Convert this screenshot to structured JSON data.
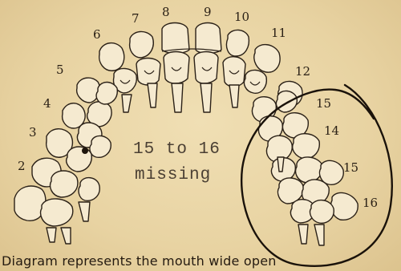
{
  "labels": {
    "t2": "2",
    "t3": "3",
    "t4": "4",
    "t5": "5",
    "t6": "6",
    "t7": "7",
    "t8": "8",
    "t9": "9",
    "t10": "10",
    "t11": "11",
    "t12": "12",
    "t15a": "15",
    "t14": "14",
    "t15b": "15",
    "t16": "16"
  },
  "note": {
    "line1": "15 to 16",
    "line2": "missing"
  },
  "caption": "Diagram represents the mouth wide open",
  "colors": {
    "paper": "#e9d6a8",
    "ink": "#2a2015",
    "tooth_fill": "#f5ead0"
  }
}
